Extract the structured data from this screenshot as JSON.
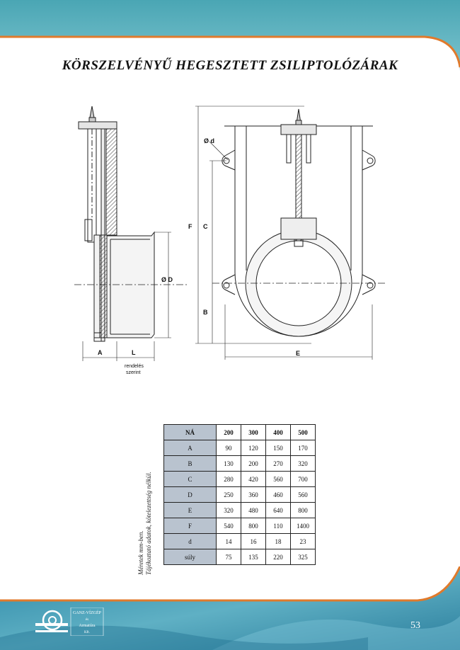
{
  "page": {
    "title": "KÖRSZELVÉNYŰ HEGESZTETT ZSILIPTOLÓZÁRAK",
    "page_number": "53"
  },
  "drawing": {
    "labels": {
      "A": "A",
      "L": "L",
      "B": "B",
      "C": "C",
      "D": "Ø D",
      "d": "Ø d",
      "E": "E",
      "F": "F",
      "note_line1": "rendelés",
      "note_line2": "szerint"
    }
  },
  "side_note": {
    "line1": "Méretek mm-ben.",
    "line2": "Tájékoztató adatok, kötelezettség nélkül."
  },
  "table": {
    "header": [
      "NÁ",
      "200",
      "300",
      "400",
      "500"
    ],
    "rows": [
      {
        "label": "A",
        "values": [
          "90",
          "120",
          "150",
          "170"
        ]
      },
      {
        "label": "B",
        "values": [
          "130",
          "200",
          "270",
          "320"
        ]
      },
      {
        "label": "C",
        "values": [
          "280",
          "420",
          "560",
          "700"
        ]
      },
      {
        "label": "D",
        "values": [
          "250",
          "360",
          "460",
          "560"
        ]
      },
      {
        "label": "E",
        "values": [
          "320",
          "480",
          "640",
          "800"
        ]
      },
      {
        "label": "F",
        "values": [
          "540",
          "800",
          "110",
          "1400"
        ]
      },
      {
        "label": "d",
        "values": [
          "14",
          "16",
          "18",
          "23"
        ]
      },
      {
        "label": "súly",
        "values": [
          "75",
          "135",
          "220",
          "325"
        ]
      }
    ]
  },
  "logo": {
    "line1": "GANZ-VÍZGÉP",
    "line2": "és",
    "line3": "Armatúra",
    "line4": "Kft."
  },
  "colors": {
    "band_teal": "#5fb0bc",
    "band_orange": "#e07a2c",
    "table_label_bg": "#b9c3cf",
    "drawing_line": "#222222"
  }
}
